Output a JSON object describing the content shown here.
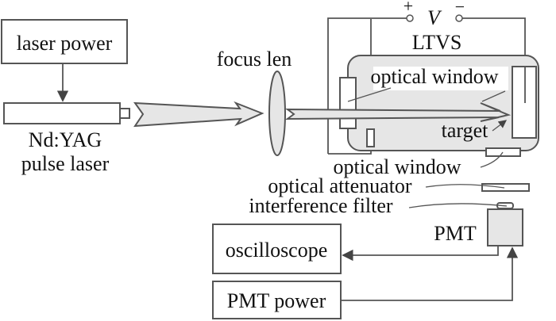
{
  "diagram": {
    "title": "Laser-induced fluorescence experimental setup",
    "components": {
      "laser_power": "laser power",
      "laser_name_line1": "Nd:YAG",
      "laser_name_line2": "pulse laser",
      "focus_lens": "focus len",
      "voltage_plus": "+",
      "voltage_label": "V",
      "voltage_minus": "−",
      "chamber": "LTVS",
      "optical_window_top": "optical window",
      "target": "target",
      "optical_window_bottom": "optical window",
      "optical_attenuator": "optical attenuator",
      "interference_filter": "interference filter",
      "pmt": "PMT",
      "oscilloscope": "oscilloscope",
      "pmt_power": "PMT power"
    },
    "connections": [
      {
        "from": "laser power",
        "to": "Nd:YAG pulse laser",
        "type": "arrow"
      },
      {
        "from": "Nd:YAG pulse laser",
        "to": "focus len",
        "type": "beam"
      },
      {
        "from": "focus len",
        "to": "target",
        "type": "beam"
      },
      {
        "from": "PMT",
        "to": "oscilloscope",
        "type": "arrow"
      },
      {
        "from": "PMT power",
        "to": "PMT",
        "type": "arrow"
      }
    ],
    "colors": {
      "line": "#555555",
      "shade": "#e6e6e6",
      "text": "#111111"
    }
  }
}
